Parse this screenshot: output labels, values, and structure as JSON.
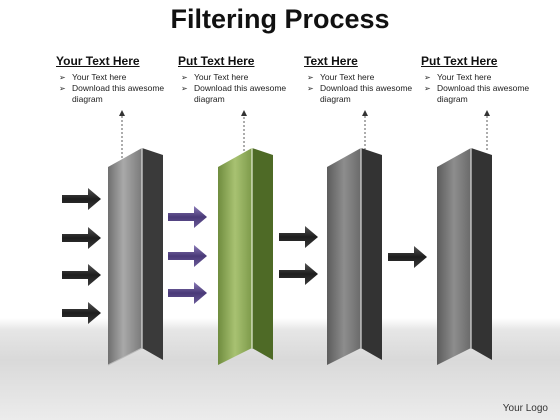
{
  "title": "Filtering Process",
  "columns": [
    {
      "heading": "Your Text Here",
      "bullets": [
        "Your Text here",
        "Download this awesome diagram"
      ]
    },
    {
      "heading": "Put Text Here",
      "bullets": [
        "Your Text here",
        "Download this awesome diagram"
      ]
    },
    {
      "heading": "Text Here",
      "bullets": [
        "Your Text here",
        "Download this awesome diagram"
      ]
    },
    {
      "heading": "Put Text Here",
      "bullets": [
        "Your Text here",
        "Download this awesome diagram"
      ]
    }
  ],
  "bullet_marker": "➢",
  "logo": "Your Logo",
  "colors": {
    "panel_gray": "#8a8a8a",
    "panel_green": "#8fae5a",
    "arrow_dark": "#2b2b2b",
    "arrow_purple": "#5b4a8a"
  },
  "flow": {
    "arrows_in": 4,
    "arrows_after_filter_1": 3,
    "arrows_after_filter_2": 2,
    "arrows_after_filter_3": 1
  }
}
